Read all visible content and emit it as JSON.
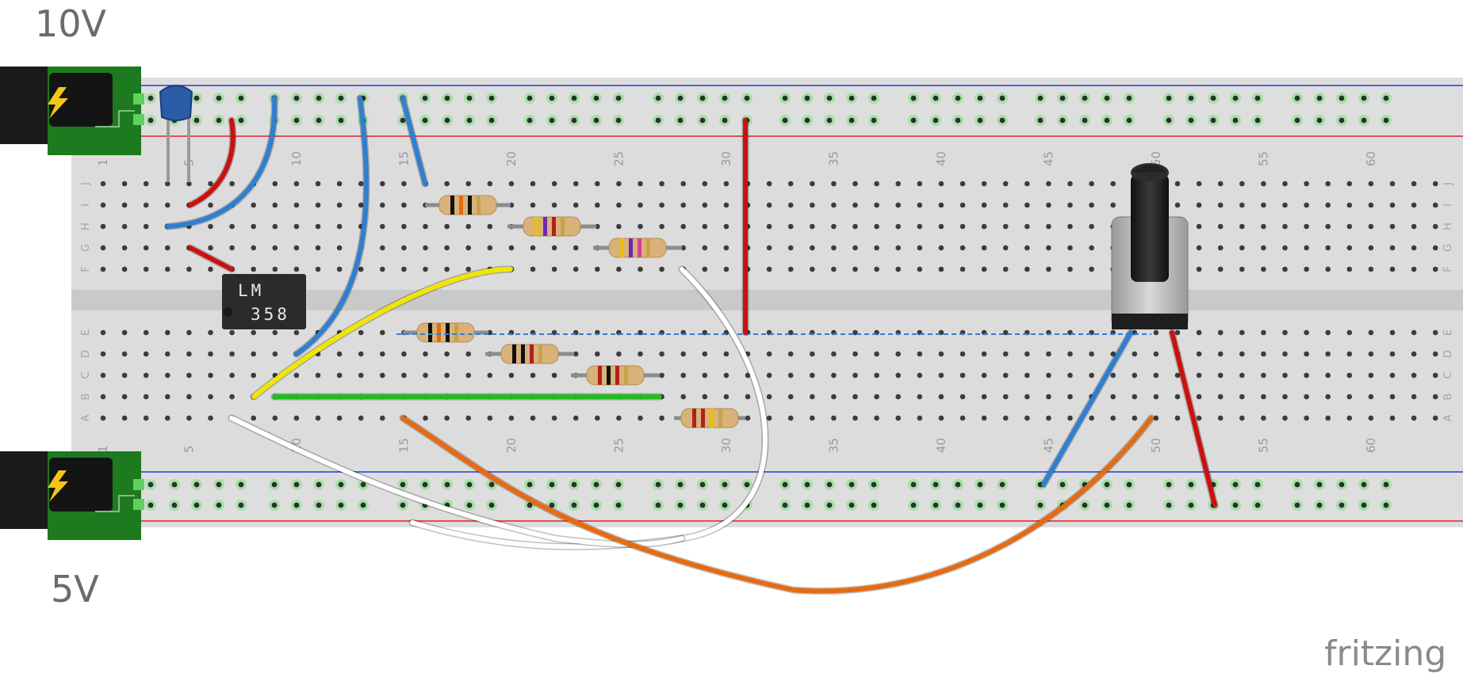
{
  "labels": {
    "top_supply": "10V",
    "bottom_supply": "5V",
    "chip_line1": "LM",
    "chip_line2": "358",
    "brand": "fritzing"
  },
  "breadboard": {
    "top_numbers": [
      "1",
      "5",
      "10",
      "15",
      "20",
      "25",
      "30",
      "35",
      "40",
      "45",
      "50",
      "55",
      "60"
    ],
    "bottom_numbers": [
      "1",
      "5",
      "10",
      "15",
      "20",
      "25",
      "30",
      "35",
      "40",
      "45",
      "50",
      "55",
      "60"
    ],
    "rows_top": [
      "J",
      "I",
      "H",
      "G",
      "F"
    ],
    "rows_bottom": [
      "E",
      "D",
      "C",
      "B",
      "A"
    ]
  },
  "wires": [
    {
      "name": "wire-red-rail-1",
      "color": "#cc1010"
    },
    {
      "name": "wire-blue-rail-1",
      "color": "#2f7fd0"
    },
    {
      "name": "wire-red-chip",
      "color": "#cc1010"
    },
    {
      "name": "wire-blue-long",
      "color": "#2f7fd0"
    },
    {
      "name": "wire-blue-short",
      "color": "#2f7fd0"
    },
    {
      "name": "wire-red-vertical",
      "color": "#cc1010"
    },
    {
      "name": "wire-yellow",
      "color": "#f2e600"
    },
    {
      "name": "wire-white-right",
      "color": "#ffffff"
    },
    {
      "name": "wire-green",
      "color": "#22bb22"
    },
    {
      "name": "wire-white-bottom",
      "color": "#ffffff"
    },
    {
      "name": "wire-orange",
      "color": "#e86a10"
    },
    {
      "name": "wire-blue-pot",
      "color": "#2f7fd0"
    },
    {
      "name": "wire-red-pot",
      "color": "#cc1010"
    }
  ]
}
